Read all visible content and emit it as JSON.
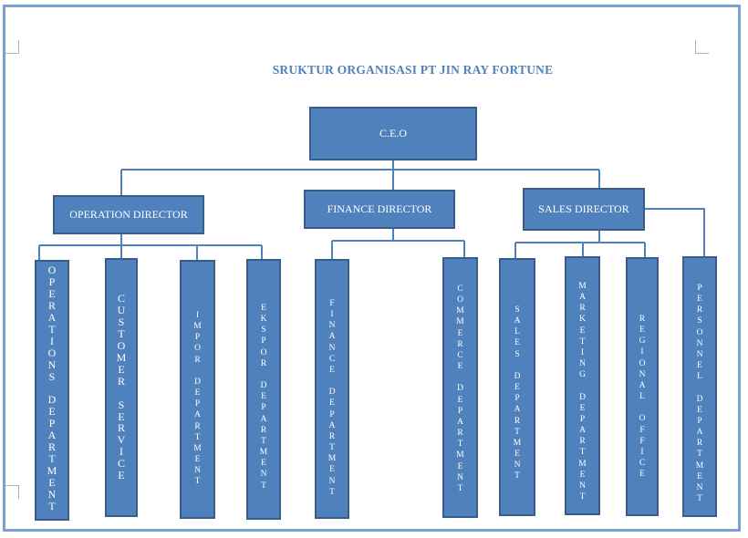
{
  "title": "SRUKTUR ORGANISASI PT JIN RAY FORTUNE",
  "colors": {
    "box_fill": "#4f81bd",
    "box_border": "#385d8a",
    "title": "#4f81bd",
    "connector": "#4f81bd"
  },
  "ceo": "C.E.O",
  "directors": {
    "operation": "OPERATION DIRECTOR",
    "finance": "FINANCE DIRECTOR",
    "sales": "SALES DIRECTOR"
  },
  "departments": {
    "operations": "OPERATIONS DEPARTMENT",
    "customer_service": "CUSTOMER SERVICE",
    "impor": "IMPOR DEPARTMENT",
    "ekspor": "EKSPOR DEPARTMENT",
    "finance": "FINANCE DEPARTMENT",
    "commerce": "COMMERCE DEPARTMENT",
    "sales": "SALES DEPARTMENT",
    "marketing": "MARKETING DEPARTMENT",
    "regional": "REGIONAL OFFICE",
    "personnel": "PERSONNEL DEPARTMENT"
  }
}
